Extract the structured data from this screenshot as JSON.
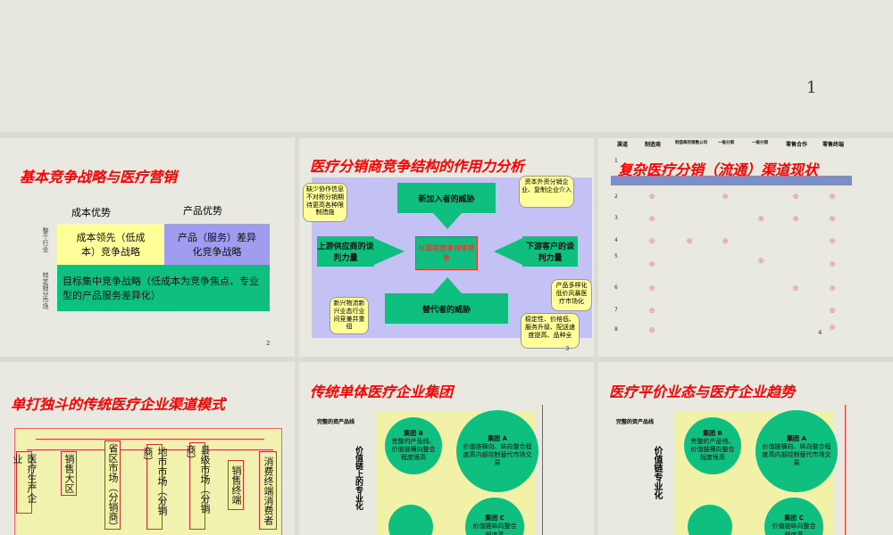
{
  "top_page_number": "1",
  "slide2": {
    "title": "基本竞争战略与医疗营销",
    "col1": "成本优势",
    "col2": "产品优势",
    "row1": "整个行业",
    "row2": "特定细分市场",
    "cell_cost": "成本领先（低成本）竞争战略",
    "cell_diff": "产品（服务）差异化竞争战略",
    "cell_focus": "目标集中竞争战略（低成本为竞争焦点、专业型的产品服务差异化）",
    "page": "2"
  },
  "slide3": {
    "title": "医疗分销商竞争结构的作用力分析",
    "new_entrants": "新加入者的威胁",
    "suppliers": "上游供应商的谈判力量",
    "rivalry": "与现有竞争对手竞争",
    "buyers": "下游客户的谈判力量",
    "substitutes": "替代者的威胁",
    "call_lack": "缺少协作信息不对称分销期待更高各种限制措施",
    "call_capital": "资本外资分销企业、复制企业介入",
    "call_new": "新兴物流新兴业态行业间竞兼并重组",
    "call_product": "产品多样化低价风暴医疗市场化",
    "call_stable": "稳定性、价格低、服务升级、配送速度提高、品种全",
    "page": "3"
  },
  "slide4": {
    "title": "复杂医疗分销（流通）渠道现状",
    "headers": [
      "渠道",
      "制造商",
      "制造商的销售公司",
      "一级分销",
      "一级分销",
      "零售合作",
      "零售终端"
    ],
    "rows": [
      "1",
      "2",
      "3",
      "4",
      "5",
      "6",
      "7",
      "8"
    ],
    "mark": "◎",
    "page": "4"
  },
  "slide5": {
    "title": "单打独斗的传统医疗企业渠道模式",
    "steps": [
      "医疗生产企业",
      "销售大区",
      "省区市场（分销商）",
      "地市市场（分销商）",
      "县级市场（分销商）",
      "销售终端",
      "消费终端消费者"
    ]
  },
  "slide6": {
    "title": "传统单体医疗企业集团",
    "top_label": "完整的资产品线",
    "side_label": "价值链上的专业化",
    "group_b_name": "集团 B",
    "group_b_text": "完整的产品线、价值链横向整合程度很高",
    "group_a_name": "集团 A",
    "group_a_text": "价值链横向、纵向整合程度高内部控制替代市场交易",
    "group_c_name": "集团 C",
    "group_c_text": "价值链纵向整合程度高"
  },
  "slide7": {
    "title": "医疗平价业态与医疗企业趋势",
    "top_label": "完整的资产品线",
    "side_label": "价值链专业化",
    "group_b_name": "集团 B",
    "group_b_text": "完整的产品线、价值链横向整合程度很高",
    "group_a_name": "集团 A",
    "group_a_text": "价值链横向、纵向整合程度高内部控制替代市场交易",
    "group_c_name": "集团 C",
    "group_c_text": "价值链纵向整合程度高"
  }
}
